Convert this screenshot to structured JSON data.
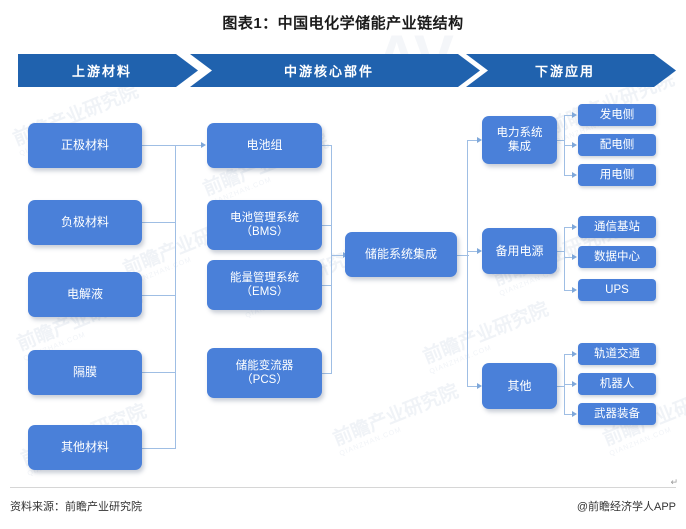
{
  "title": "图表1：中国电化学储能产业链结构",
  "colors": {
    "header_arrow": "#2062AE",
    "node_blue": "#4A80D9",
    "connector": "#9FBEE4",
    "page_bg": "#FFFFFF"
  },
  "header": {
    "stages": [
      {
        "label": "上游材料"
      },
      {
        "label": "中游核心部件"
      },
      {
        "label": "下游应用"
      }
    ]
  },
  "upstream": {
    "items": [
      {
        "label": "正极材料"
      },
      {
        "label": "负极材料"
      },
      {
        "label": "电解液"
      },
      {
        "label": "隔膜"
      },
      {
        "label": "其他材料"
      }
    ]
  },
  "midstream": {
    "items": [
      {
        "label": "电池组",
        "line1": "电池组",
        "line2": ""
      },
      {
        "label": "电池管理系统（BMS）",
        "line1": "电池管理系统",
        "line2": "（BMS）"
      },
      {
        "label": "能量管理系统（EMS）",
        "line1": "能量管理系统",
        "line2": "（EMS）"
      },
      {
        "label": "储能变流器（PCS）",
        "line1": "储能变流器",
        "line2": "（PCS）"
      }
    ],
    "integration": {
      "line1": "储能系统集成"
    }
  },
  "downstream": {
    "groups": [
      {
        "label": "电力系统集成",
        "line1": "电力系统",
        "line2": "集成",
        "children": [
          {
            "label": "发电侧"
          },
          {
            "label": "配电侧"
          },
          {
            "label": "用电侧"
          }
        ]
      },
      {
        "label": "备用电源",
        "line1": "备用电源",
        "line2": "",
        "children": [
          {
            "label": "通信基站"
          },
          {
            "label": "数据中心"
          },
          {
            "label": "UPS"
          }
        ]
      },
      {
        "label": "其他",
        "line1": "其他",
        "line2": "",
        "children": [
          {
            "label": "轨道交通"
          },
          {
            "label": "机器人"
          },
          {
            "label": "武器装备"
          }
        ]
      }
    ]
  },
  "watermarks": {
    "tile": "前瞻产业研究院",
    "tile_sub": "QIANZHAN.COM",
    "center": "前瞻产业研究院"
  },
  "footer": {
    "source": "资料来源：前瞻产业研究院",
    "app": "@前瞻经济学人APP",
    "caret": "↵"
  }
}
